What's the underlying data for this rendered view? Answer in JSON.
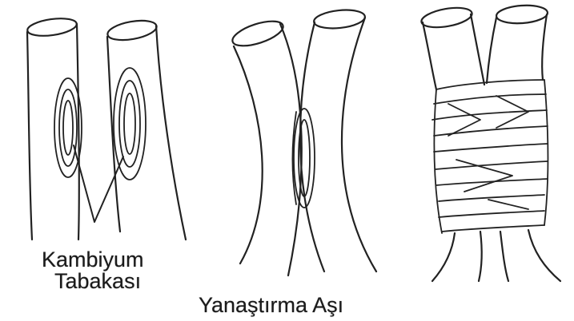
{
  "labels": {
    "cambium_line1": "Kambiyum",
    "cambium_line2": "Tabakası",
    "graft_name": "Yanaştırma Aşı"
  },
  "colors": {
    "ink": "#222222",
    "background": "#ffffff"
  }
}
